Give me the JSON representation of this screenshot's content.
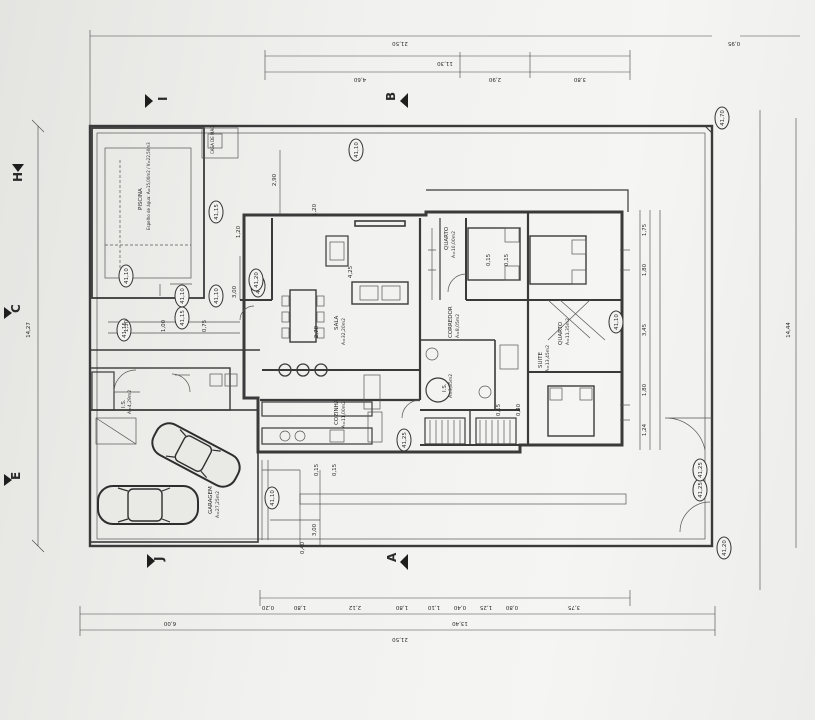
{
  "plan": {
    "section_marks": [
      "I",
      "B",
      "H",
      "C",
      "E",
      "J",
      "A"
    ],
    "rooms": [
      {
        "name": "PISCINA",
        "sub": "Espelho de água: A=15,00m2 / V=22,50m3"
      },
      {
        "name": "SALA",
        "sub": "A=32,20m2"
      },
      {
        "name": "COZINHA",
        "sub": "A=11,00m2"
      },
      {
        "name": "CORREDOR",
        "sub": "A=8,05m2"
      },
      {
        "name": "QUARTO",
        "sub": "A=10,00m2"
      },
      {
        "name": "QUARTO",
        "sub": "A=11,35m2"
      },
      {
        "name": "SUITE",
        "sub": "A=13,45m2"
      },
      {
        "name": "I.S.",
        "sub": "A=3,85m2"
      },
      {
        "name": "I.S.",
        "sub": "A=4,29m2"
      },
      {
        "name": "GARAGEM",
        "sub": "A=27,25m2"
      },
      {
        "name": "CASA DE MÁQ."
      }
    ],
    "level_tags": [
      "41,70",
      "41,10",
      "41,10",
      "41,15",
      "41,20",
      "41,10",
      "41,15",
      "41,15",
      "41,25",
      "41,25",
      "41,10",
      "41,20",
      "41,20",
      "41,10",
      "41,10",
      "41,25"
    ],
    "dims_top_outer": [
      "21,50",
      "0,95"
    ],
    "dims_top_inner": [
      "4,60",
      "2,90",
      "3,80"
    ],
    "dims_top_overall": "11,30",
    "dims_bottom_segments": [
      "0,20",
      "1,80",
      "2,12",
      "1,80",
      "1,10",
      "0,40",
      "1,25",
      "0,80",
      "3,75"
    ],
    "dims_bottom_inner": [
      "6,00",
      "13,40"
    ],
    "dims_bottom_total": "21,50",
    "dims_left": "14,27",
    "dims_right": "14,44",
    "dims_right_inner": [
      "1,75",
      "1,80",
      "3,45",
      "1,80",
      "1,24"
    ],
    "dims_misc": [
      "2,90",
      "3,00",
      "1,20",
      "1,00",
      "1,30",
      "0,75",
      "1,20",
      "2,78",
      "4,25",
      "0,15",
      "0,15",
      "0,15",
      "0,15",
      "0,15",
      "0,40",
      "3,00",
      "0,40"
    ]
  }
}
